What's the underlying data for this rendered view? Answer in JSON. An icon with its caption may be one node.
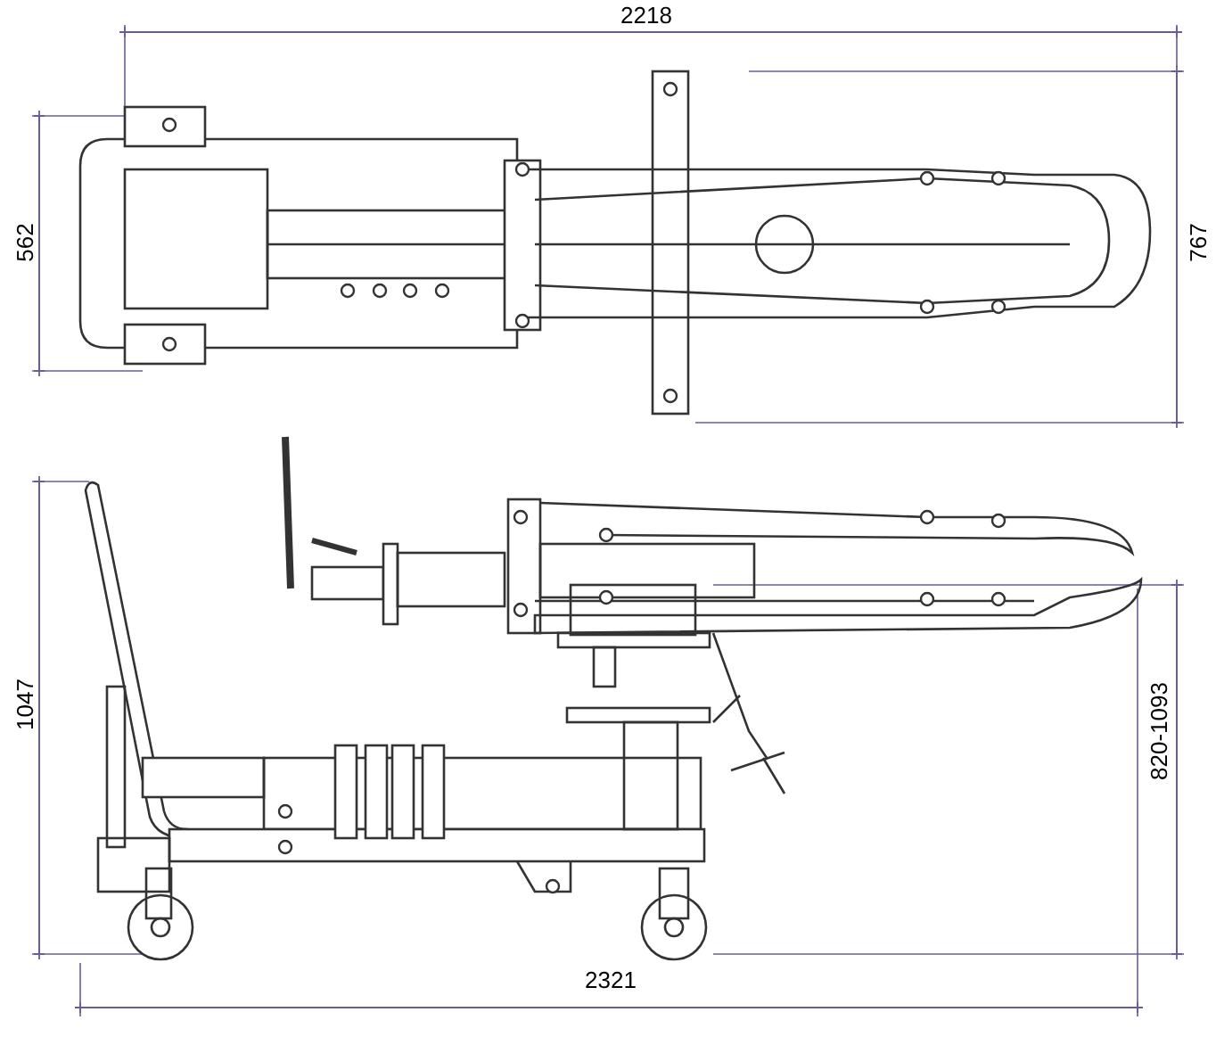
{
  "diagram": {
    "labels": [
      "2218",
      "562",
      "767",
      "1047",
      "820-1093",
      "2321"
    ]
  }
}
